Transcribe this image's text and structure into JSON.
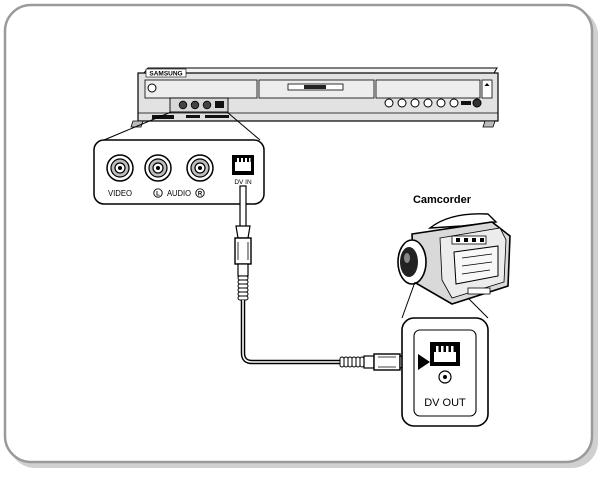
{
  "recorder": {
    "brand": "SAMSUNG",
    "front_panel_ports": {
      "video_label": "VIDEO",
      "audio_label": "AUDIO",
      "left_label": "L",
      "right_label": "R",
      "dv_label": "DV IN"
    }
  },
  "camcorder": {
    "caption": "Camcorder",
    "port_label": "DV OUT"
  },
  "colors": {
    "frame_border": "#9a9a9a",
    "frame_shadow": "#d0d0d0",
    "line": "#000000",
    "device_fill": "#e2e2e2"
  }
}
